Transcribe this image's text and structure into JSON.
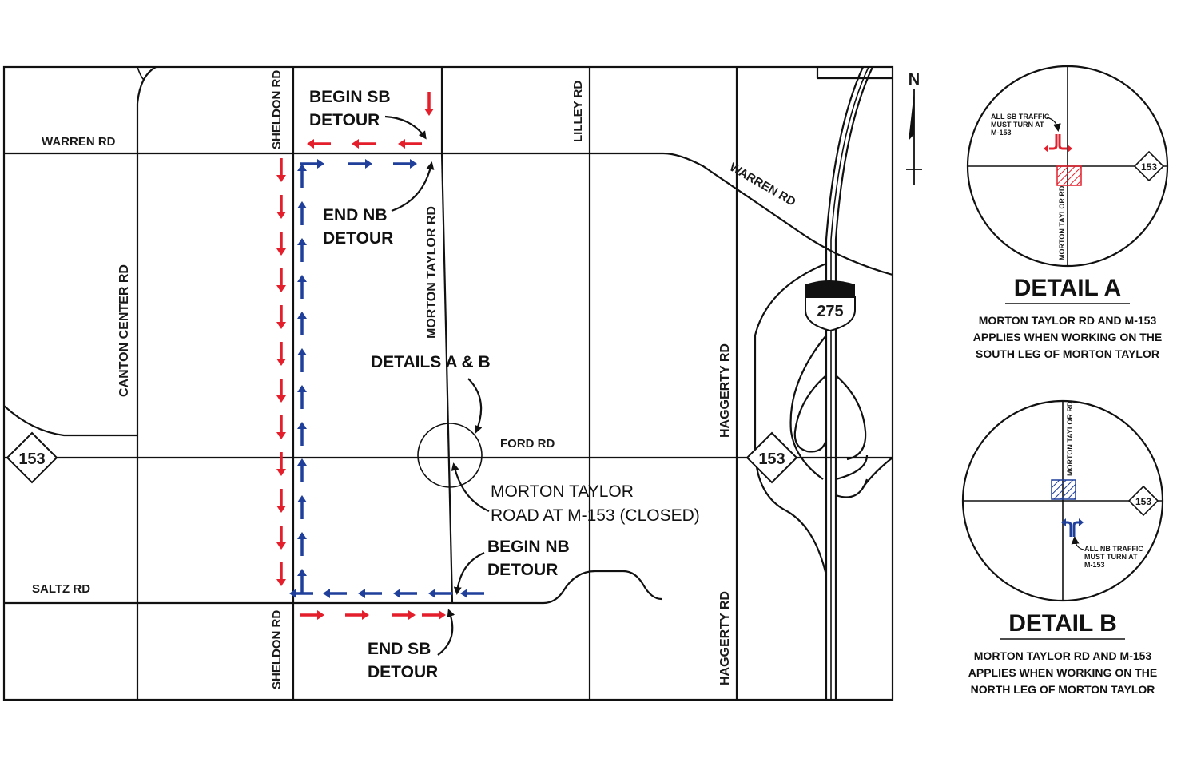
{
  "roads": {
    "warren_rd_west": "WARREN RD",
    "warren_rd_east": "WARREN RD",
    "sheldon_rd_north": "SHELDON RD",
    "sheldon_rd_south": "SHELDON RD",
    "lilley_rd": "LILLEY RD",
    "canton_center_rd": "CANTON CENTER RD",
    "morton_taylor_rd": "MORTON TAYLOR RD",
    "ford_rd": "FORD RD",
    "haggerty_rd_north": "HAGGERTY RD",
    "haggerty_rd_south": "HAGGERTY RD",
    "saltz_rd": "SALTZ RD"
  },
  "shields": {
    "m153_west": "153",
    "m153_east": "153",
    "i275": "275"
  },
  "callouts": {
    "begin_sb_1": "BEGIN SB",
    "begin_sb_2": "DETOUR",
    "end_nb_1": "END NB",
    "end_nb_2": "DETOUR",
    "details_ab": "DETAILS A & B",
    "closure_1": "MORTON TAYLOR",
    "closure_2": "ROAD AT M-153 (CLOSED)",
    "begin_nb_1": "BEGIN NB",
    "begin_nb_2": "DETOUR",
    "end_sb_1": "END SB",
    "end_sb_2": "DETOUR"
  },
  "north_arrow": "N",
  "detail_a": {
    "title": "DETAIL A",
    "road_label": "MORTON TAYLOR RD",
    "shield": "153",
    "note_1": "ALL SB TRAFFIC",
    "note_2": "MUST TURN AT",
    "note_3": "M-153",
    "caption_1": "MORTON TAYLOR RD AND M-153",
    "caption_2": "APPLIES WHEN WORKING ON THE",
    "caption_3": "SOUTH LEG OF MORTON TAYLOR"
  },
  "detail_b": {
    "title": "DETAIL B",
    "road_label": "MORTON TAYLOR RD",
    "shield": "153",
    "note_1": "ALL NB TRAFFIC",
    "note_2": "MUST TURN AT",
    "note_3": "M-153",
    "caption_1": "MORTON TAYLOR RD AND M-153",
    "caption_2": "APPLIES WHEN WORKING ON THE",
    "caption_3": "NORTH LEG OF MORTON TAYLOR"
  },
  "colors": {
    "southbound_detour": "#e41e2b",
    "northbound_detour": "#1f3f9a"
  }
}
